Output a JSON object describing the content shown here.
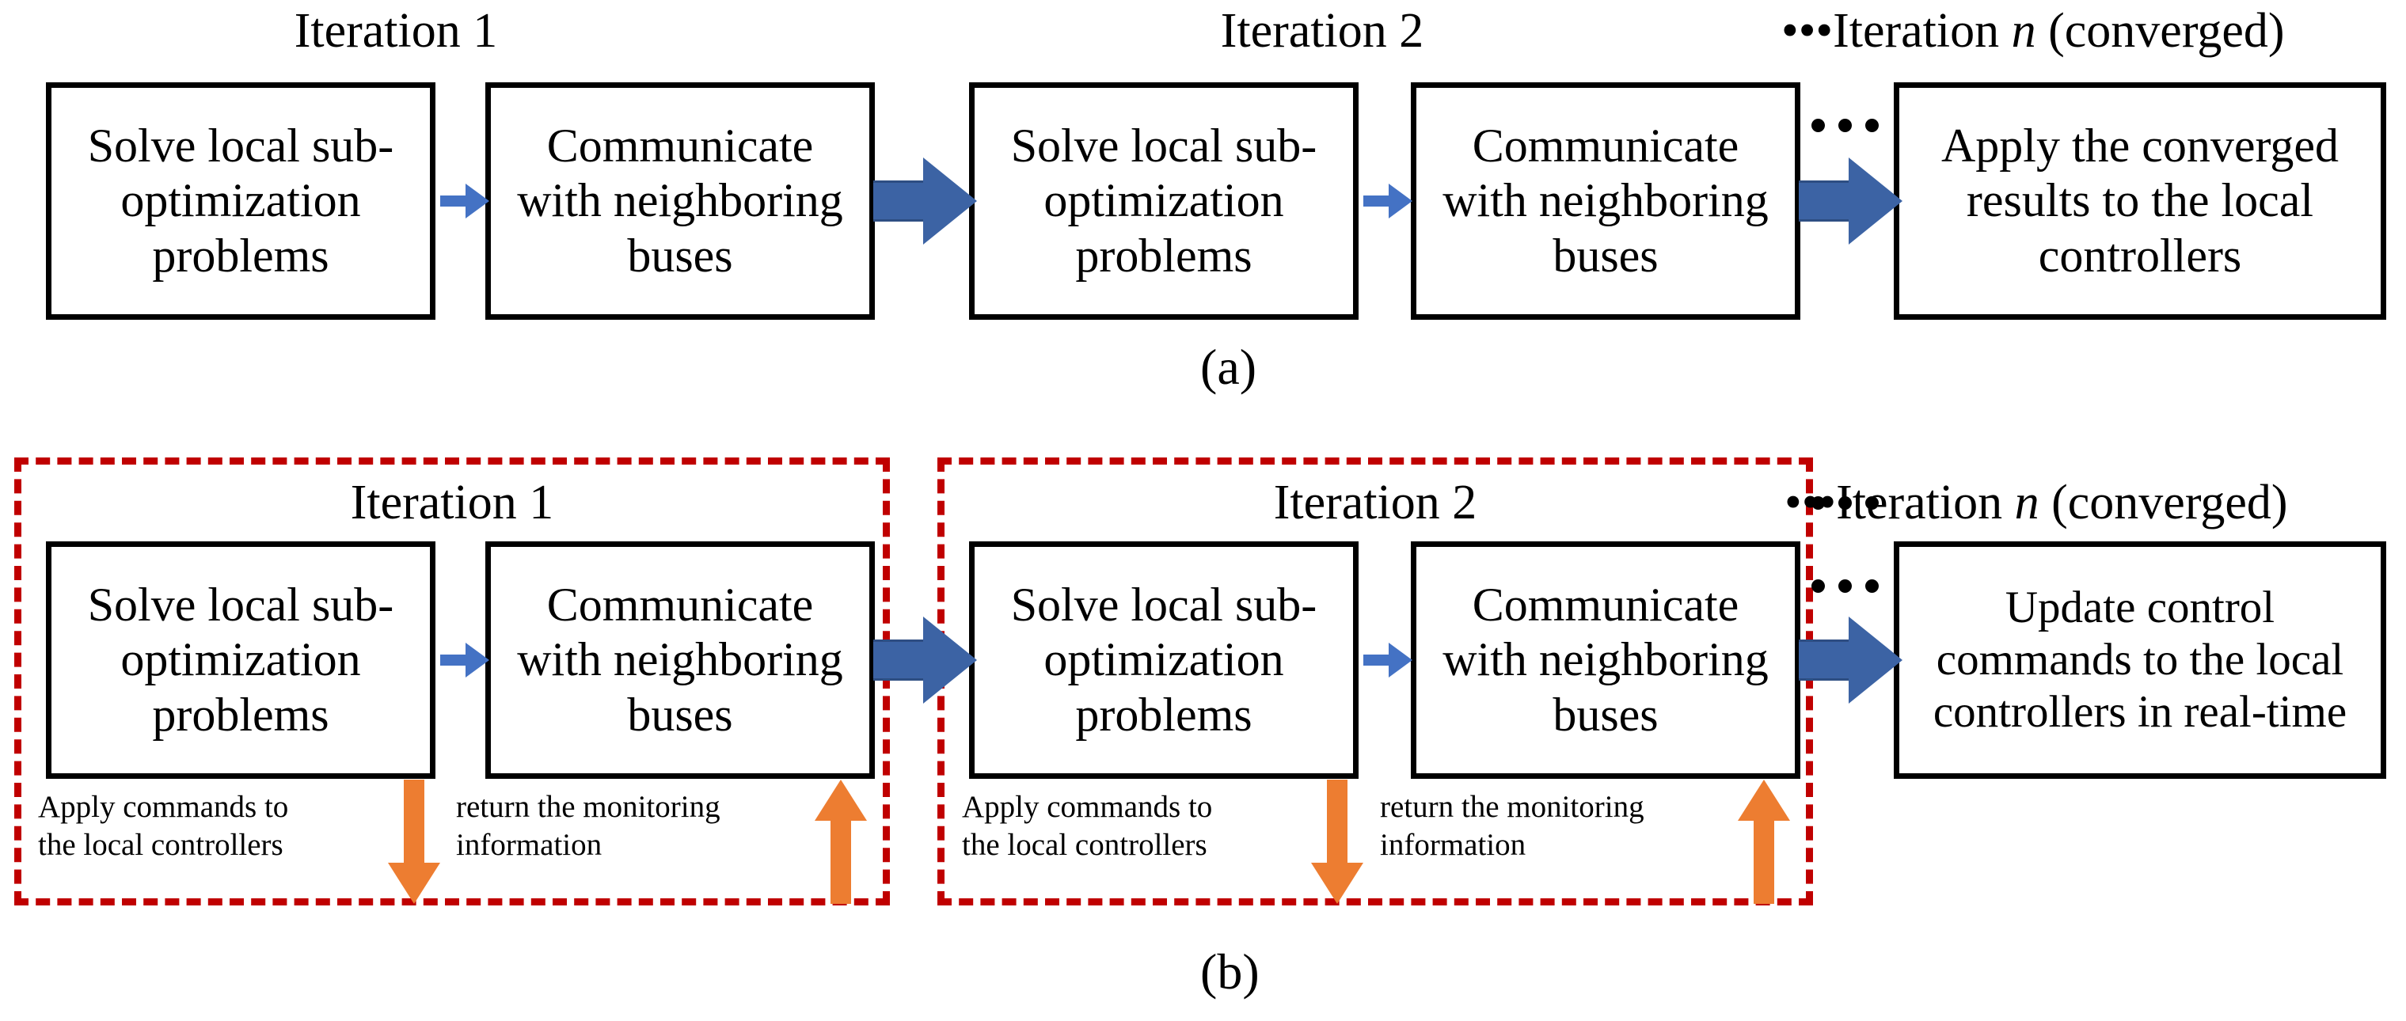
{
  "figure": {
    "panels": [
      {
        "letter": "(a)"
      },
      {
        "letter": "(b)"
      }
    ]
  },
  "colors": {
    "box_border": "#000000",
    "thin_arrow": "#4472C4",
    "block_arrow": "#3C63A4",
    "orange_arrow": "#ED7D31",
    "dashed_region": "#C00000",
    "text": "#000000",
    "background": "#FFFFFF"
  },
  "panel_a": {
    "letter": "(a)",
    "iteration_captions": [
      {
        "id": "iter1",
        "text": "Iteration 1"
      },
      {
        "id": "iter2",
        "text": "Iteration 2"
      },
      {
        "id": "itern",
        "prefix_dots": "•••",
        "text_before": "Iteration ",
        "italic": "n",
        "text_after": " (converged)"
      }
    ],
    "boxes": [
      {
        "id": "a-solve-1",
        "lines": [
          "Solve local sub-",
          "optimization",
          "problems"
        ]
      },
      {
        "id": "a-communicate-1",
        "lines": [
          "Communicate",
          "with neighboring",
          "buses"
        ]
      },
      {
        "id": "a-solve-2",
        "lines": [
          "Solve local sub-",
          "optimization",
          "problems"
        ]
      },
      {
        "id": "a-communicate-2",
        "lines": [
          "Communicate",
          "with neighboring",
          "buses"
        ]
      },
      {
        "id": "a-apply",
        "lines": [
          "Apply the converged",
          "results to the local",
          "controllers"
        ]
      }
    ]
  },
  "panel_b": {
    "letter": "(b)",
    "iteration_captions": [
      {
        "id": "iter1",
        "text": "Iteration 1"
      },
      {
        "id": "iter2",
        "text": "Iteration 2"
      },
      {
        "id": "itern",
        "prefix_dots": "•••",
        "text_before": "Iteration ",
        "italic": "n",
        "text_after": " (converged)"
      }
    ],
    "boxes": [
      {
        "id": "b-solve-1",
        "lines": [
          "Solve local sub-",
          "optimization",
          "problems"
        ]
      },
      {
        "id": "b-communicate-1",
        "lines": [
          "Communicate",
          "with neighboring",
          "buses"
        ]
      },
      {
        "id": "b-solve-2",
        "lines": [
          "Solve local sub-",
          "optimization",
          "problems"
        ]
      },
      {
        "id": "b-communicate-2",
        "lines": [
          "Communicate",
          "with neighboring",
          "buses"
        ]
      },
      {
        "id": "b-update",
        "lines": [
          "Update control",
          "commands to the local",
          "controllers in real-time"
        ]
      }
    ],
    "annotations": [
      {
        "id": "apply-1",
        "lines": [
          "Apply commands to",
          "the local controllers"
        ]
      },
      {
        "id": "return-1",
        "lines": [
          "return the monitoring",
          "information"
        ]
      },
      {
        "id": "apply-2",
        "lines": [
          "Apply commands to",
          "the local controllers"
        ]
      },
      {
        "id": "return-2",
        "lines": [
          "return the monitoring",
          "information"
        ]
      }
    ],
    "dashed_regions": [
      {
        "id": "region-iter-1",
        "label": "Iteration 1"
      },
      {
        "id": "region-iter-2",
        "label": "Iteration 2"
      }
    ]
  }
}
